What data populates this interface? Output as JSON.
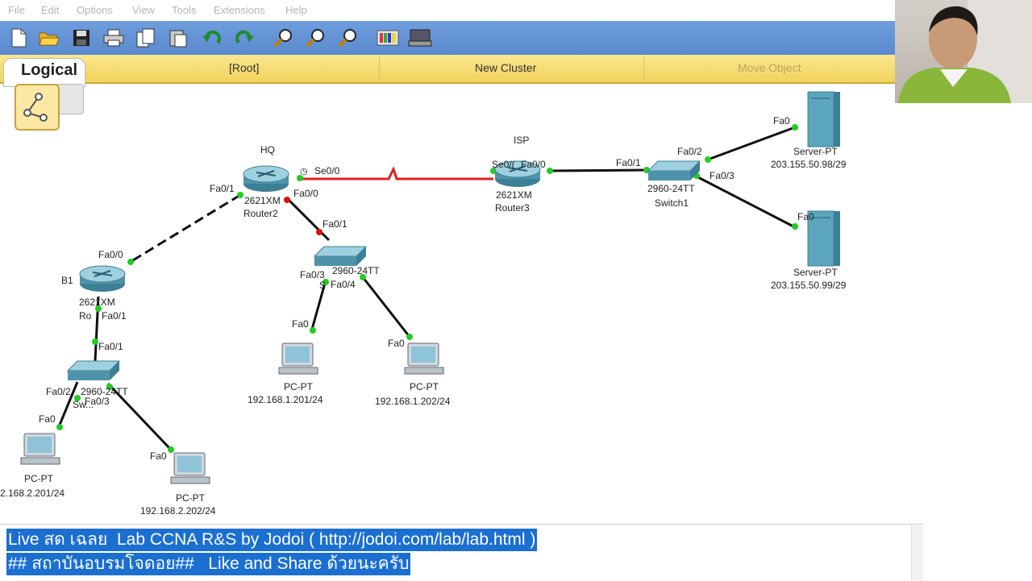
{
  "menu": [
    "File",
    "Edit",
    "Options",
    "View",
    "Tools",
    "Extensions",
    "Help"
  ],
  "toolbar_icons": [
    "new-file-icon",
    "open-folder-icon",
    "save-icon",
    "print-icon",
    "copy-icon",
    "paste-icon",
    "undo-icon",
    "redo-icon",
    "zoom-in-icon",
    "zoom-reset-icon",
    "zoom-out-icon",
    "palette-icon",
    "device-dialog-icon"
  ],
  "workspace": {
    "tab_label": "Logical",
    "root": "[Root]",
    "new_cluster": "New Cluster",
    "move_object": "Move Object"
  },
  "devices": {
    "hq": {
      "label": "HQ",
      "model": "2621XM",
      "name": "Router2"
    },
    "isp": {
      "label": "ISP",
      "model": "2621XM",
      "name": "Router3"
    },
    "b1": {
      "label": "B1",
      "model": "2621XM",
      "name": "Ro"
    },
    "switch1": {
      "model": "2960-24TT",
      "name": "Switch1"
    },
    "sw_hq": {
      "model": "2960-24TT",
      "name": "S"
    },
    "sw_b1": {
      "model": "2960-24TT",
      "name": "Sw..."
    },
    "server1": {
      "type": "Server-PT",
      "ip": "203.155.50.98/29"
    },
    "server2": {
      "type": "Server-PT",
      "ip": "203.155.50.99/29"
    },
    "pc1": {
      "type": "PC-PT",
      "ip": "192.168.1.201/24"
    },
    "pc2": {
      "type": "PC-PT",
      "ip": "192.168.1.202/24"
    },
    "pc3": {
      "type": "PC-PT",
      "ip": "2.168.2.201/24"
    },
    "pc4": {
      "type": "PC-PT",
      "ip": "192.168.2.202/24"
    }
  },
  "ports": {
    "hq_se": "Se0/0",
    "hq_fa00": "Fa0/0",
    "hq_fa01": "Fa0/1",
    "isp_se": "Se0/(",
    "isp_fa": "Fa0/0",
    "sw1_fa01": "Fa0/1",
    "sw1_fa02": "Fa0/2",
    "sw1_fa03": "Fa0/3",
    "srv1_fa": "Fa0",
    "srv2_fa": "Fa0",
    "swhq_fa01": "Fa0/1",
    "swhq_fa03": "Fa0/3",
    "swhq_fa04": "Fa0/4",
    "pc1_fa": "Fa0",
    "pc2_fa": "Fa0",
    "b1_fa00": "Fa0/0",
    "b1_fa01": "Fa0/1",
    "swb1_fa01": "Fa0/1",
    "swb1_fa02": "Fa0/2",
    "swb1_fa03": "Fa0/3",
    "pc3_fa": "Fa0",
    "pc4_fa": "Fa0"
  },
  "caption": {
    "line1": "Live สด เฉลย  Lab CCNA R&S by Jodoi ( http://jodoi.com/lab/lab.html )",
    "line2": "## สถาบันอบรมโจดอย##   Like and Share ด้วยนะครับ"
  },
  "colors": {
    "serial_link": "#e02020",
    "ethernet_link": "#111111",
    "link_up": "#22cc22",
    "link_down": "#dd1111"
  }
}
